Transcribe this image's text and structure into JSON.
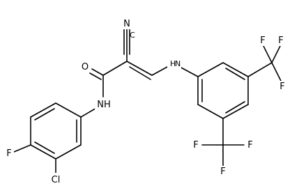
{
  "atoms": {
    "N_nitrile": "N",
    "C_nitrile": "C",
    "O": "O",
    "NH_amine": "H",
    "N_amine": "N",
    "NH_amide": "NH",
    "F_ring": "F",
    "Cl": "Cl",
    "F1": "F",
    "F2": "F",
    "F3": "F",
    "F4": "F",
    "F5": "F",
    "F6": "F"
  }
}
